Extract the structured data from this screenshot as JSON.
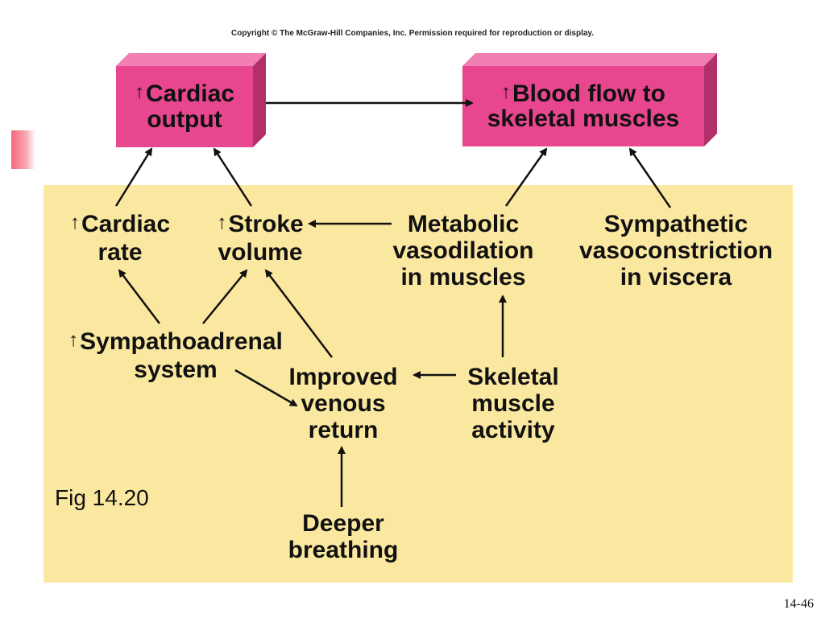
{
  "copyright": "Copyright © The McGraw-Hill Companies, Inc. Permission required for reproduction or display.",
  "up_arrow_symbol": "↑",
  "nodes": {
    "cardiac_output": [
      "Cardiac",
      "output"
    ],
    "blood_flow": [
      "Blood flow to",
      "skeletal muscles"
    ],
    "cardiac_rate": [
      "Cardiac",
      "rate"
    ],
    "stroke_volume": [
      "Stroke",
      "volume"
    ],
    "metabolic": [
      "Metabolic",
      "vasodilation",
      "in muscles"
    ],
    "sympathetic": [
      "Sympathetic",
      "vasoconstriction",
      "in viscera"
    ],
    "sympathoadrenal": [
      "Sympathoadrenal",
      "system"
    ],
    "venous_return": [
      "Improved",
      "venous",
      "return"
    ],
    "skeletal_activity": [
      "Skeletal",
      "muscle",
      "activity"
    ],
    "breathing": [
      "Deeper",
      "breathing"
    ]
  },
  "figure_label": "Fig 14.20",
  "page_number": "14-46",
  "colors": {
    "box_front": "#e8478f",
    "box_top": "#f17fb1",
    "box_side": "#b23069",
    "panel": "#fbe8a0",
    "accent": "#f4687e"
  }
}
